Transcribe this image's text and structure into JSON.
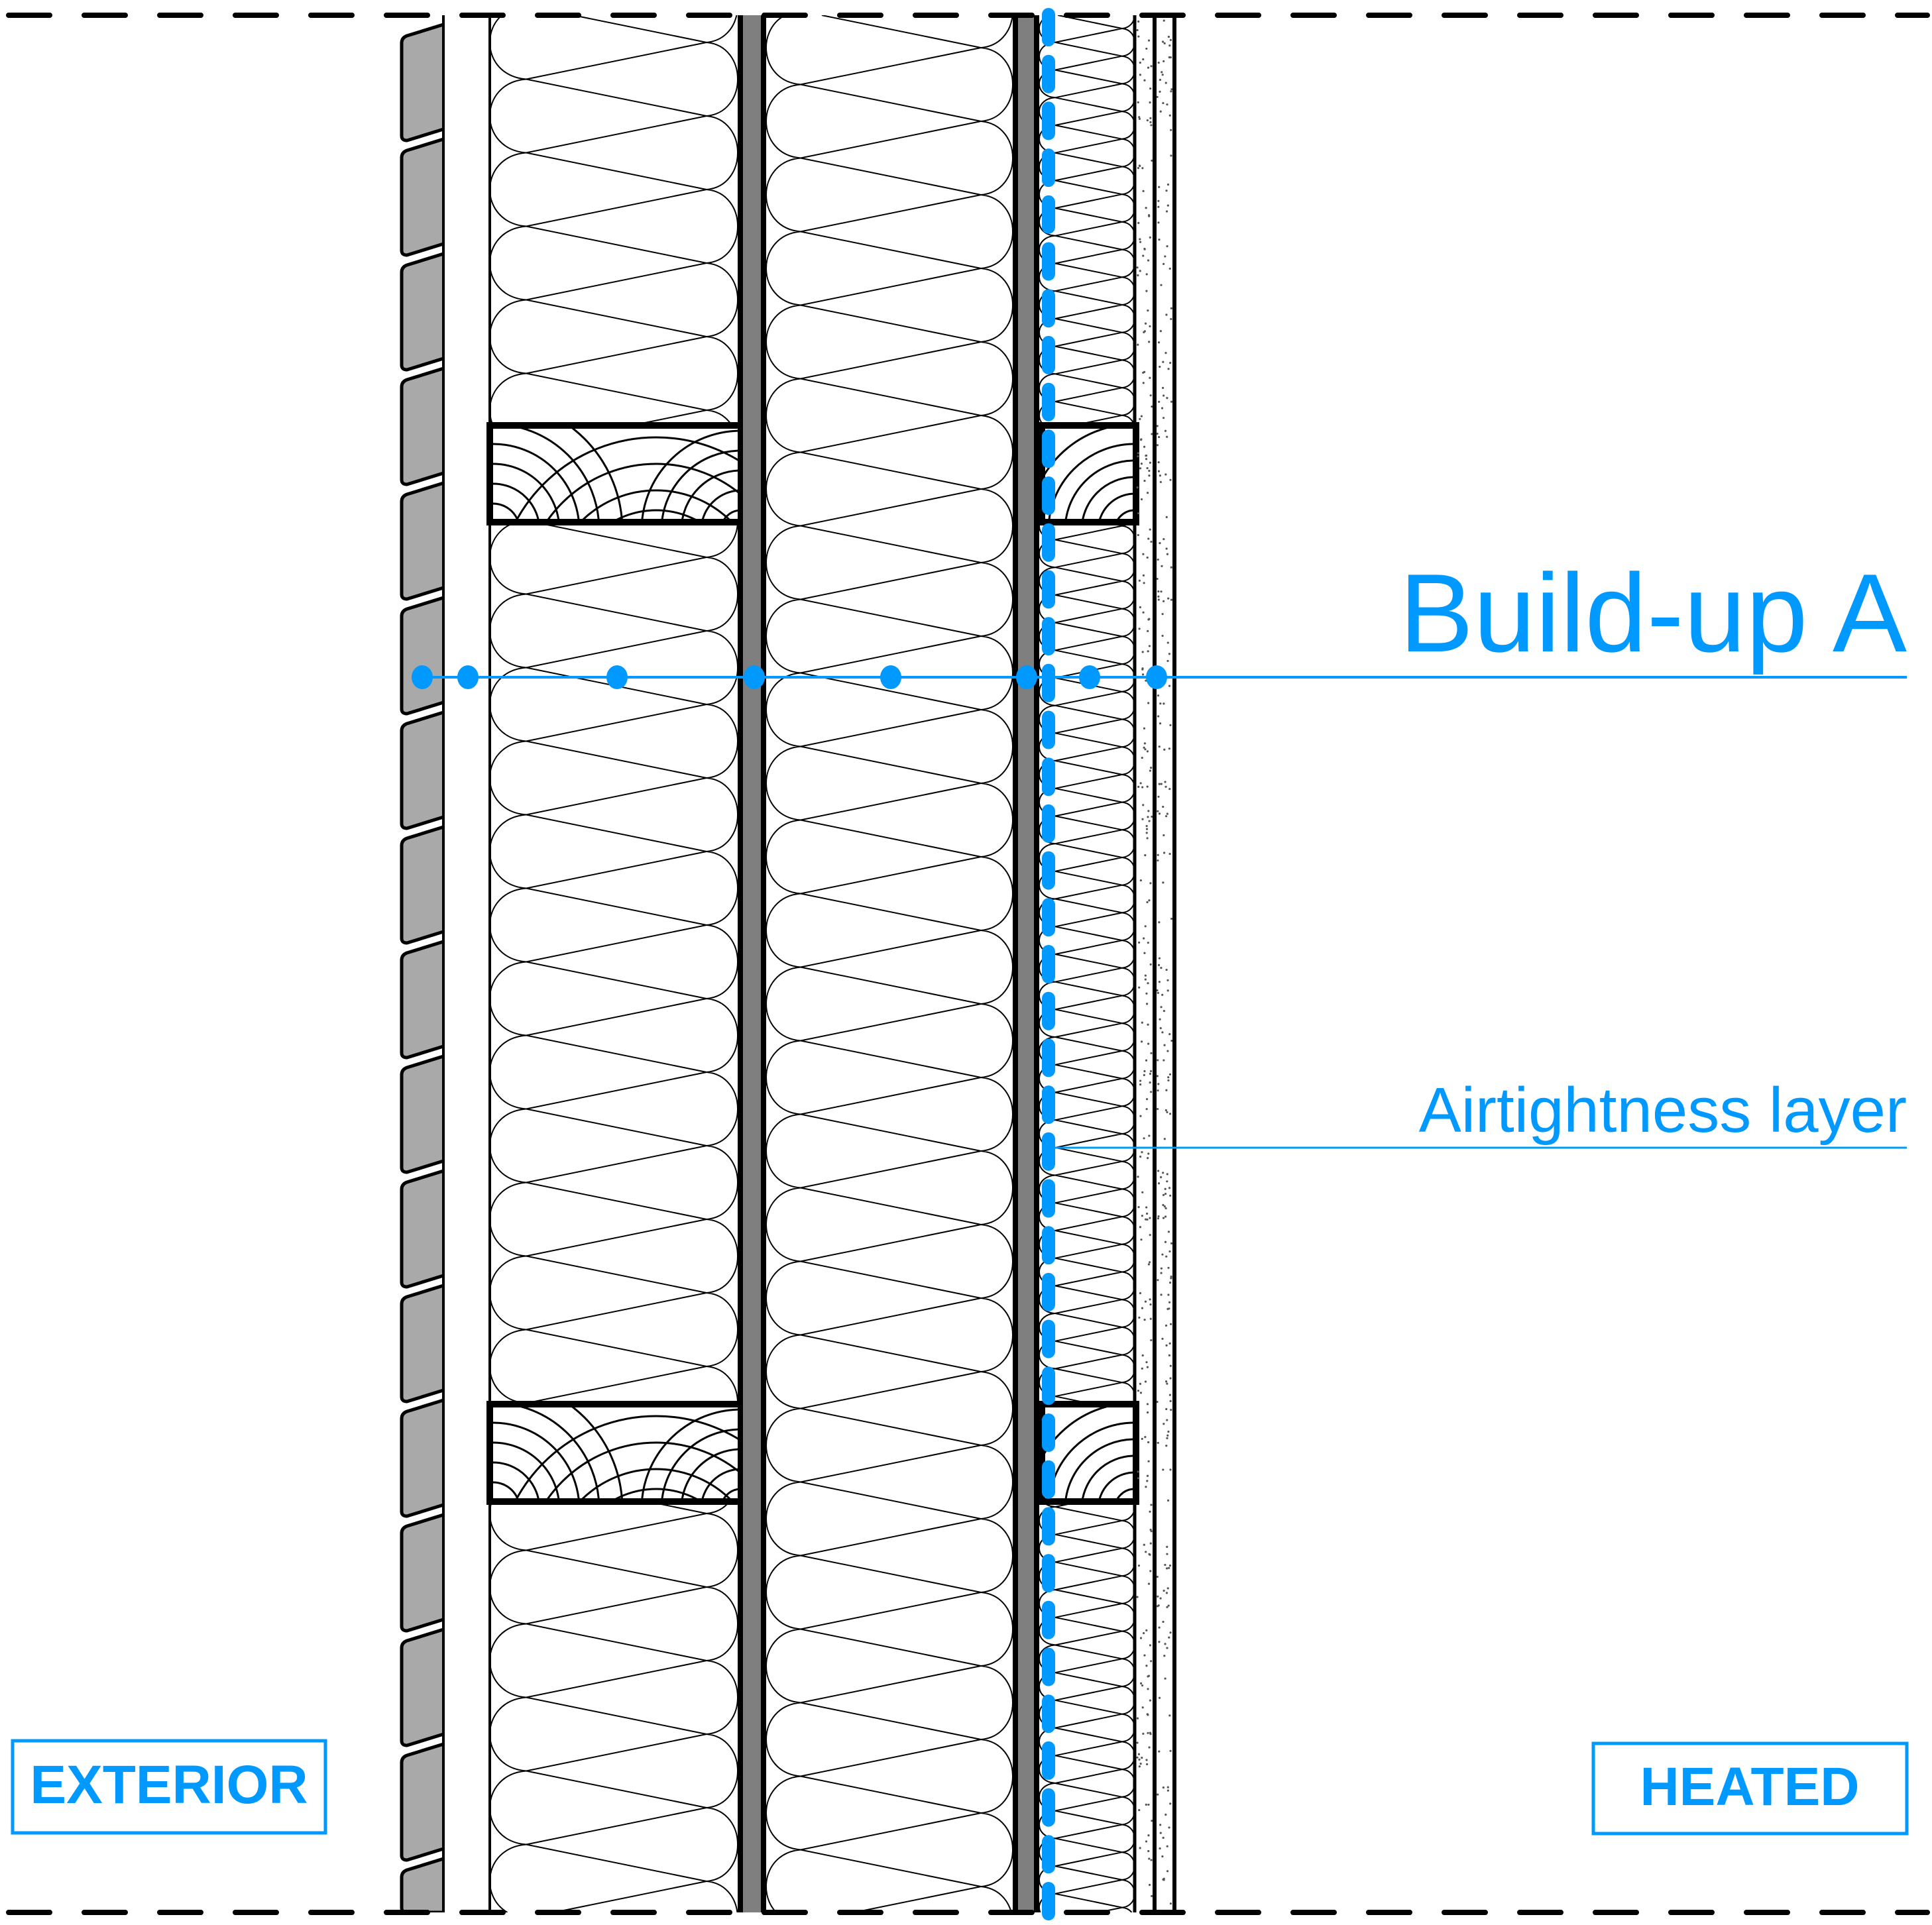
{
  "labels": {
    "buildup": "Build-up A",
    "airtightness": "Airtightness layer",
    "exterior": "EXTERIOR",
    "heated": "HEATED"
  },
  "colors": {
    "accent": "#0099FF",
    "cladding": "#A9A9A9",
    "board": "#7F7F7F",
    "line": "#000000",
    "plaster_dot": "#555555"
  }
}
